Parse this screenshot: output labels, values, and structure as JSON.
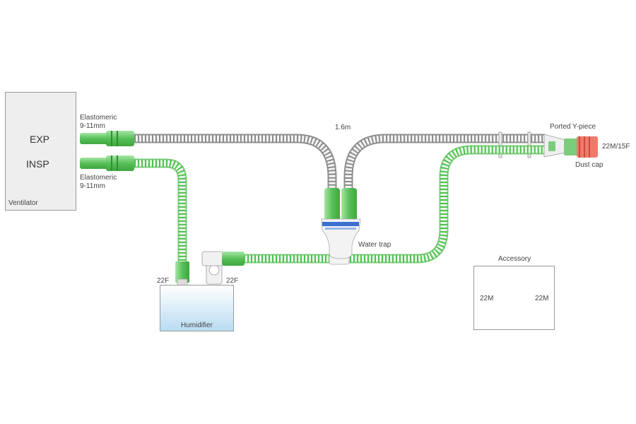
{
  "ventilator": {
    "label": "Ventilator",
    "exp_label": "EXP",
    "insp_label": "INSP"
  },
  "labels": {
    "elastomeric_top": "Elastomeric",
    "size_top": "9-11mm",
    "elastomeric_bottom": "Elastomeric",
    "size_bottom": "9-11mm",
    "length": "1.6m",
    "ported_y_piece": "Ported Y-piece",
    "y_connector": "22M/15F",
    "dust_cap": "Dust cap",
    "water_trap": "Water trap",
    "humidifier_port_left": "22F",
    "humidifier_port_right": "22F",
    "humidifier": "Humidifier"
  },
  "accessory": {
    "title": "Accessory",
    "left_port": "22M",
    "right_port": "22M"
  },
  "colors": {
    "green_tube": "#7ed07e",
    "green_connector": "#5cc45c",
    "grey_tube": "#b8b8b8",
    "dust_cap": "#f07a6a",
    "humidifier_water": "#b9dcf2"
  }
}
